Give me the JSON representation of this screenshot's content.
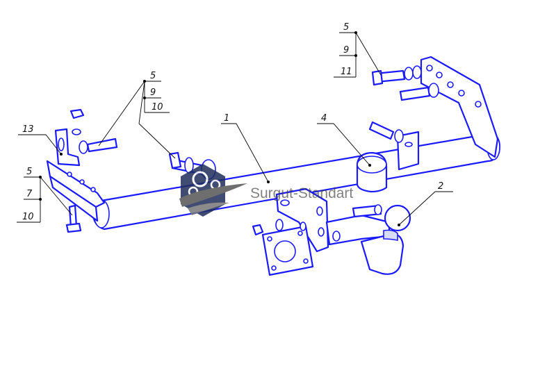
{
  "callouts": {
    "c1": "1",
    "c2": "2",
    "c4": "4",
    "c13": "13",
    "stack_top_right": [
      "5",
      "9",
      "11"
    ],
    "stack_top_mid": [
      "5",
      "9",
      "10"
    ],
    "stack_left": [
      "5",
      "7",
      "10"
    ]
  },
  "watermark": {
    "text": "Surgut-Standart",
    "icon": "gear-car-logo-icon"
  },
  "colors": {
    "line": "#1a1aff",
    "leader": "#000000",
    "watermark_text": "#3a3a3a"
  }
}
